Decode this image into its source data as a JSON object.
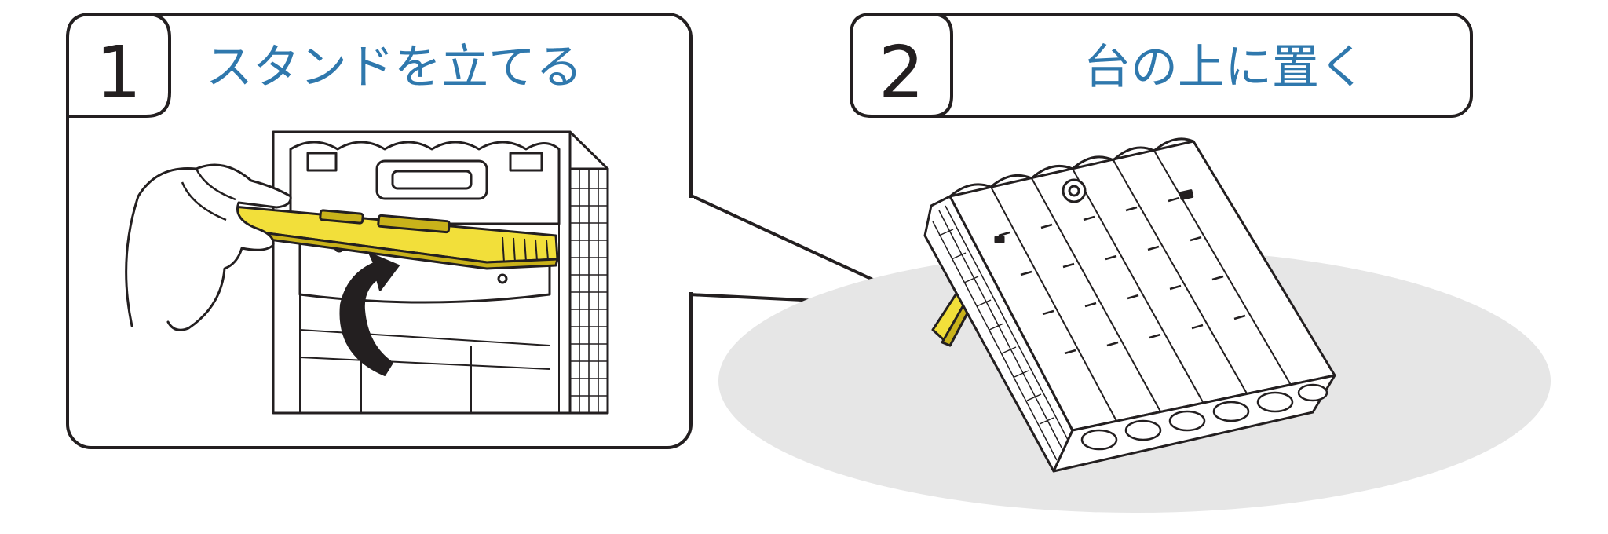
{
  "steps": [
    {
      "number": "1",
      "title": "スタンドを立てる"
    },
    {
      "number": "2",
      "title": "台の上に置く"
    }
  ],
  "colors": {
    "title_text": "#2f78ad",
    "outline": "#231f20",
    "stand": "#f2df3a",
    "stand_dark": "#c9b21a",
    "surface": "#e6e6e6"
  },
  "icons": {
    "step1_illustration": "hand-lifting-stand-icon",
    "rotate_arrow": "curved-arrow-up-icon",
    "step2_illustration": "unit-on-stand-icon"
  }
}
